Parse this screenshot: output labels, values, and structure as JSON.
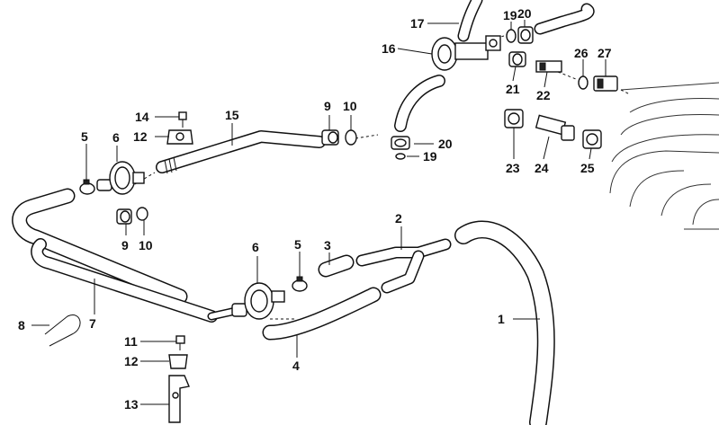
{
  "callouts": [
    {
      "id": "c1",
      "label": "1"
    },
    {
      "id": "c2",
      "label": "2"
    },
    {
      "id": "c3",
      "label": "3"
    },
    {
      "id": "c4",
      "label": "4"
    },
    {
      "id": "c5a",
      "label": "5"
    },
    {
      "id": "c5b",
      "label": "5"
    },
    {
      "id": "c6a",
      "label": "6"
    },
    {
      "id": "c6b",
      "label": "6"
    },
    {
      "id": "c7",
      "label": "7"
    },
    {
      "id": "c8",
      "label": "8"
    },
    {
      "id": "c9a",
      "label": "9"
    },
    {
      "id": "c9b",
      "label": "9"
    },
    {
      "id": "c10a",
      "label": "10"
    },
    {
      "id": "c10b",
      "label": "10"
    },
    {
      "id": "c11",
      "label": "11"
    },
    {
      "id": "c12a",
      "label": "12"
    },
    {
      "id": "c12b",
      "label": "12"
    },
    {
      "id": "c13",
      "label": "13"
    },
    {
      "id": "c14",
      "label": "14"
    },
    {
      "id": "c15",
      "label": "15"
    },
    {
      "id": "c16",
      "label": "16"
    },
    {
      "id": "c17",
      "label": "17"
    },
    {
      "id": "c19a",
      "label": "19"
    },
    {
      "id": "c19b",
      "label": "19"
    },
    {
      "id": "c20a",
      "label": "20"
    },
    {
      "id": "c20b",
      "label": "20"
    },
    {
      "id": "c21",
      "label": "21"
    },
    {
      "id": "c22",
      "label": "22"
    },
    {
      "id": "c23",
      "label": "23"
    },
    {
      "id": "c24",
      "label": "24"
    },
    {
      "id": "c25",
      "label": "25"
    },
    {
      "id": "c26",
      "label": "26"
    },
    {
      "id": "c27",
      "label": "27"
    }
  ]
}
